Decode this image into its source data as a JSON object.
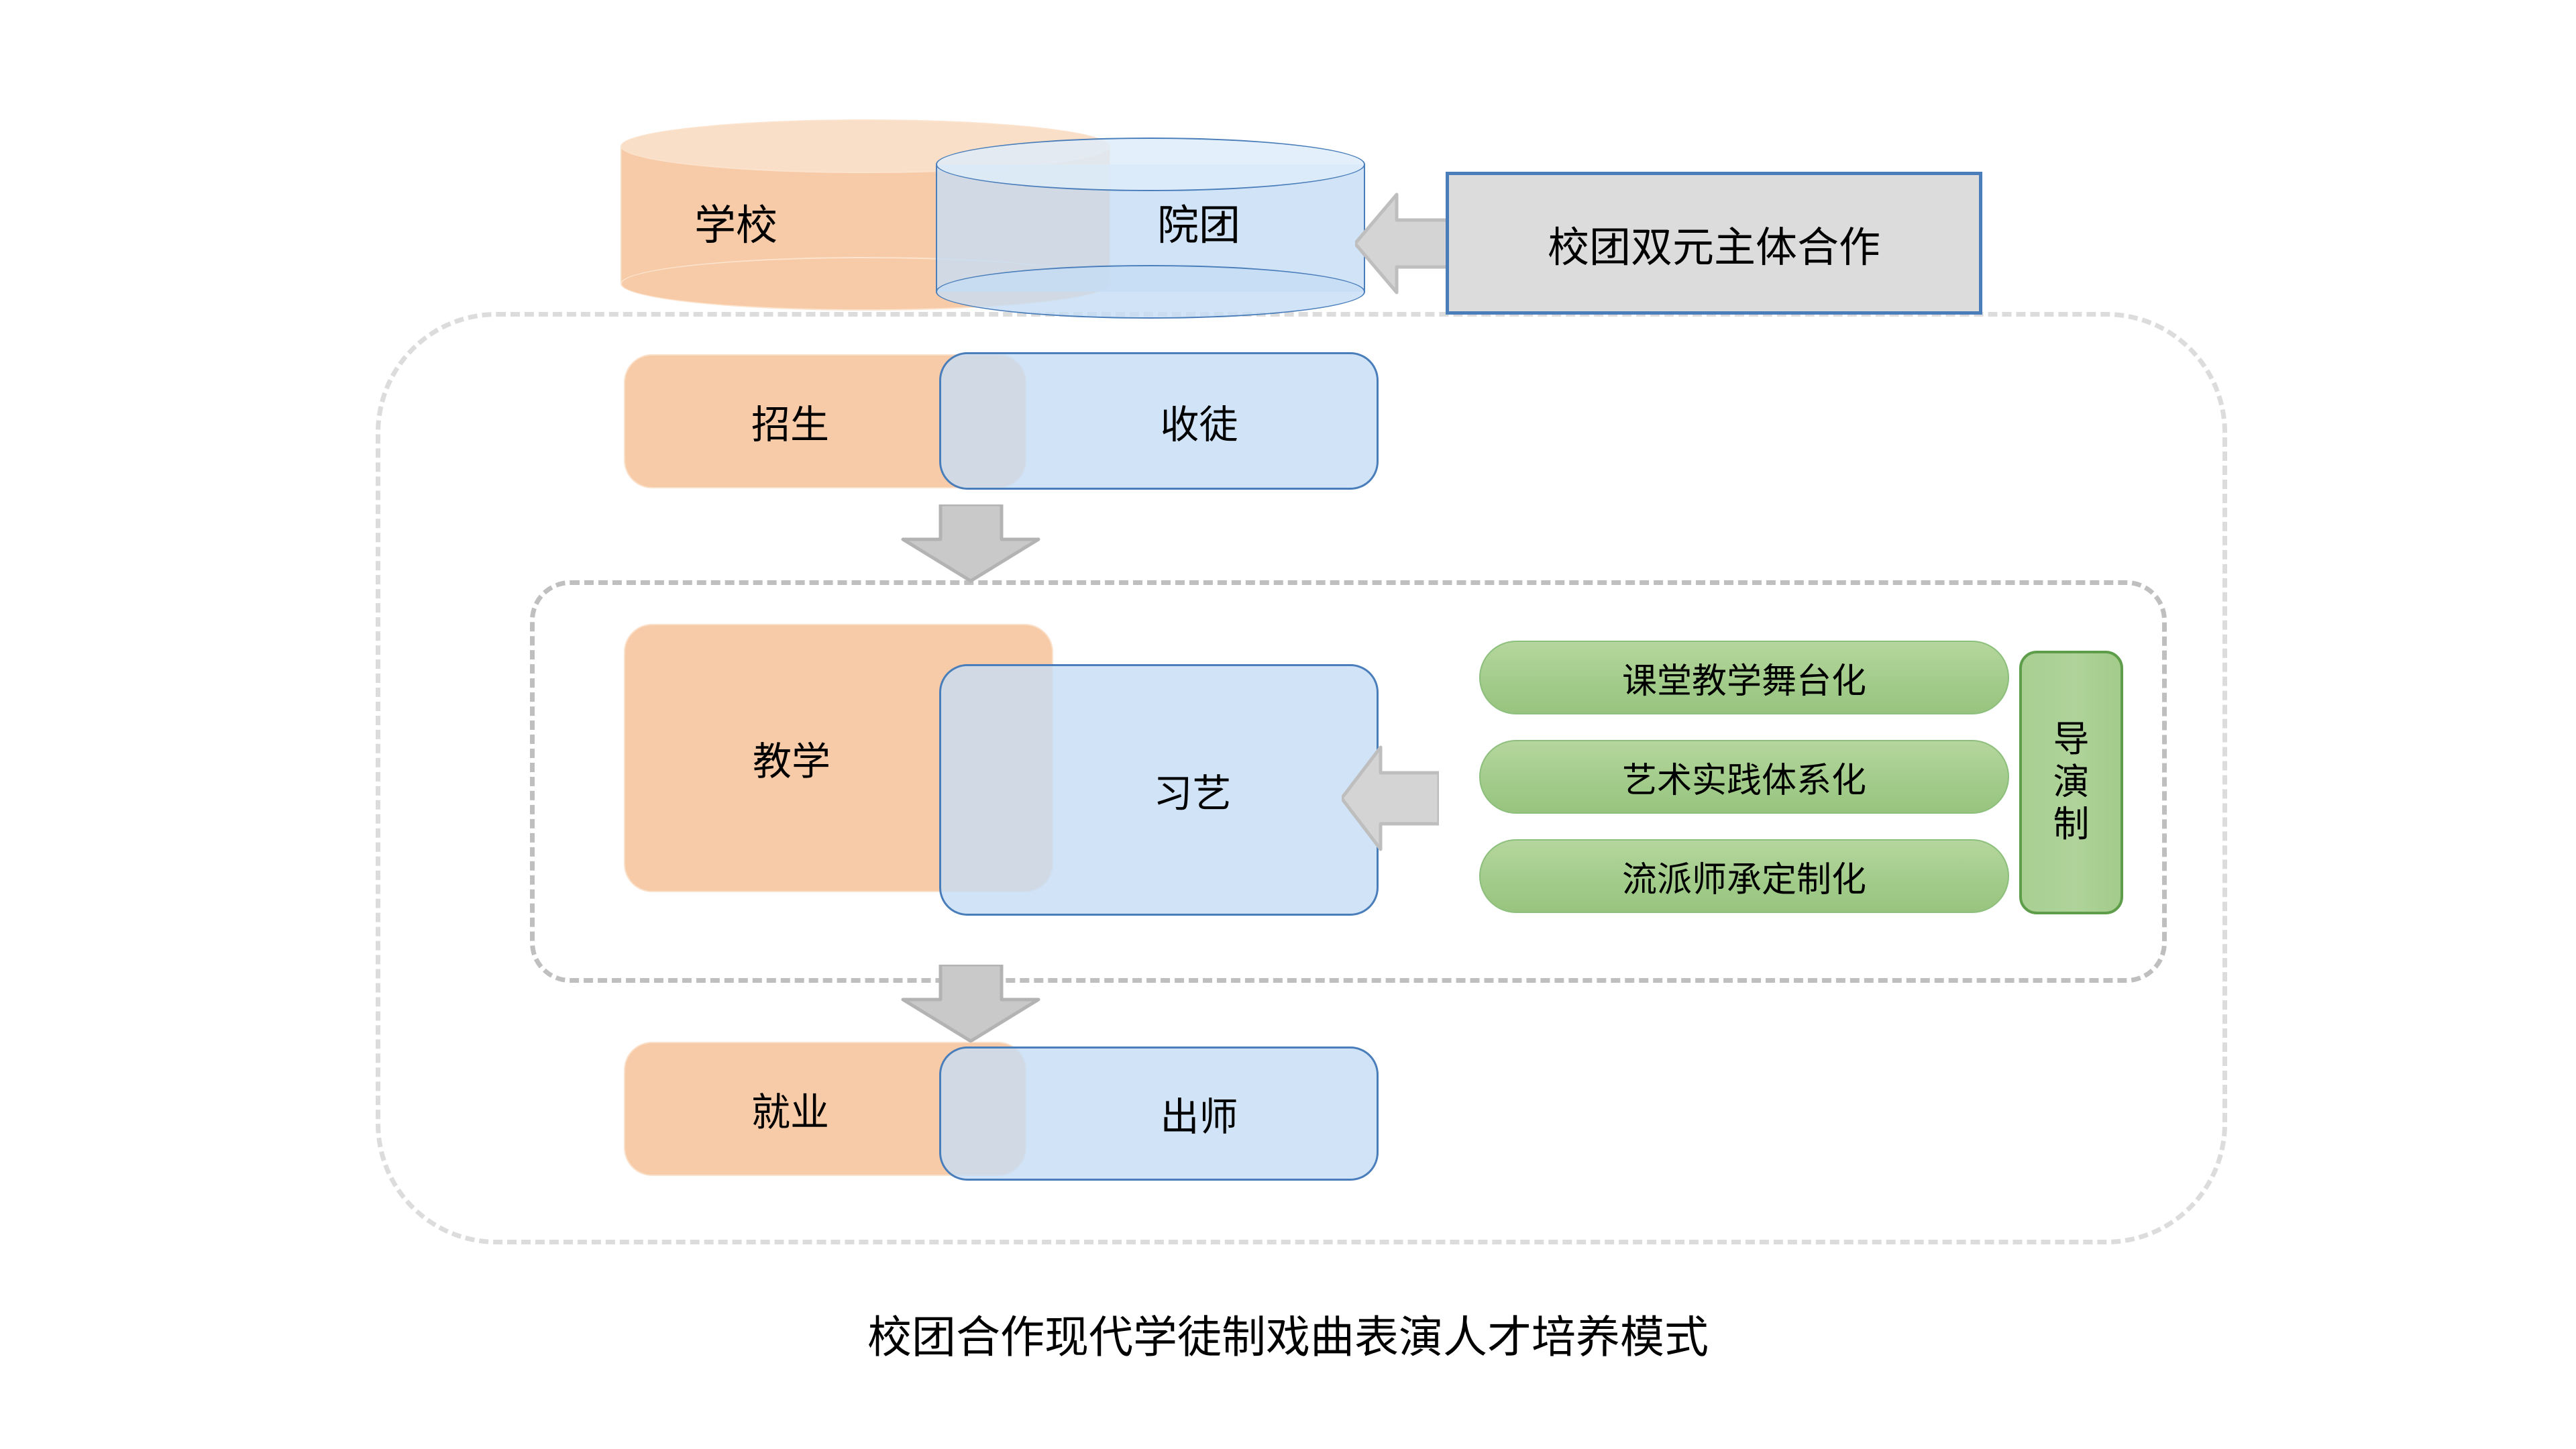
{
  "diagram": {
    "caption": "校团合作现代学徒制戏曲表演人才培养模式",
    "top_row": {
      "school_label": "学校",
      "troupe_label": "院团",
      "callout_label": "校团双元主体合作",
      "callout_arrow_icon": "arrow-left-icon"
    },
    "stages": [
      {
        "school_side": "招生",
        "troupe_side": "收徒",
        "flow_arrow_icon": "arrow-down-icon"
      },
      {
        "school_side": "教学",
        "troupe_side": "习艺",
        "flow_arrow_icon": "arrow-down-icon",
        "feature_arrow_icon": "arrow-left-icon"
      },
      {
        "school_side": "就业",
        "troupe_side": "出师"
      }
    ],
    "features": [
      "课堂教学舞台化",
      "艺术实践体系化",
      "流派师承定制化"
    ],
    "vertical_bar": {
      "chars": [
        "导",
        "演",
        "制"
      ],
      "text": "导\n演\n制"
    },
    "colors": {
      "orange_fill": "#F7CBA7",
      "blue_fill": "#C6DCF4",
      "blue_stroke": "#4A7EBB",
      "green_fill": "#A8CF92",
      "green_stroke": "#5E9E4A",
      "gray_fill": "#DCDCDC",
      "gray_stroke": "#BFBFBF",
      "dashed_border": "#DCDCDC"
    }
  }
}
